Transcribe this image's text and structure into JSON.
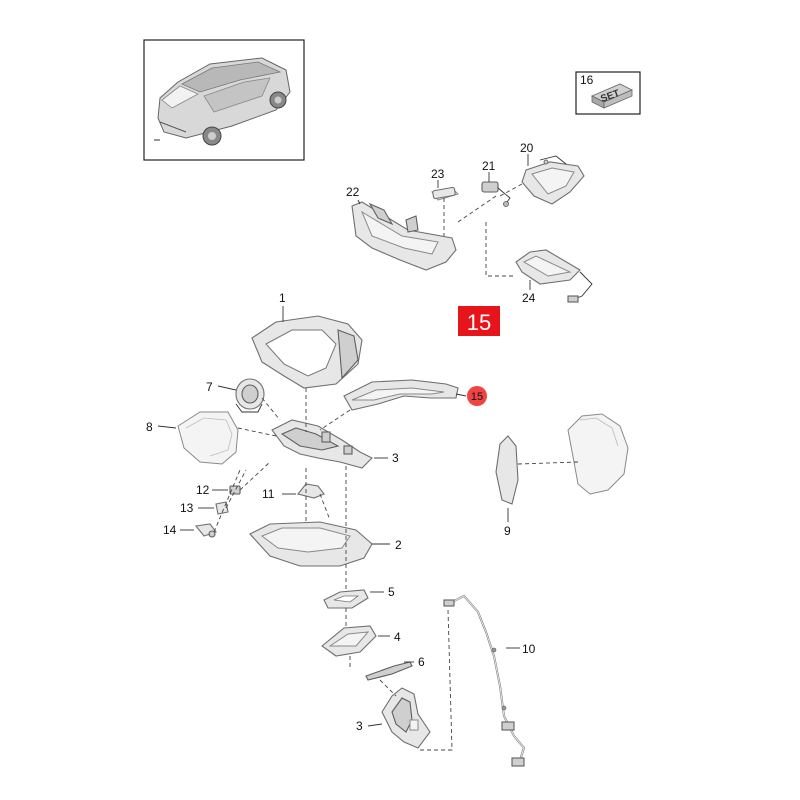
{
  "labels": {
    "p1": "1",
    "p2": "2",
    "p3a": "3",
    "p3b": "3",
    "p4": "4",
    "p5": "5",
    "p6": "6",
    "p7": "7",
    "p8": "8",
    "p9": "9",
    "p10": "10",
    "p11": "11",
    "p12": "12",
    "p13": "13",
    "p14": "14",
    "p15_circle": "15",
    "p15_box": "15",
    "p16": "16",
    "p20": "20",
    "p21": "21",
    "p22": "22",
    "p23": "23",
    "p24": "24"
  },
  "set_badge": "SET",
  "colors": {
    "highlight_red": "#e8141c",
    "circle_red": "#ee4444"
  }
}
